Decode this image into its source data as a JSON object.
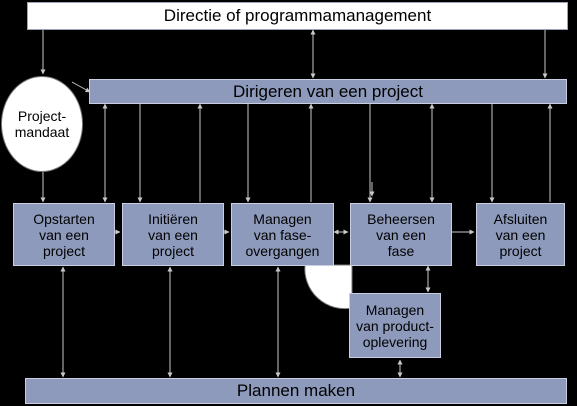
{
  "diagram": {
    "top": "Directie of programmamanagement",
    "mandate": "Project-\nmandaat",
    "directing": "Dirigeren van een project",
    "planning": "Plannen maken",
    "processes": [
      "Opstarten\nvan een\nproject",
      "Initiëren\nvan een\nproject",
      "Managen\nvan fase-\novergangen",
      "Beheersen\nvan een\nfase",
      "Afsluiten\nvan een\nproject"
    ],
    "delivery": "Managen\nvan product-\noplevering"
  },
  "colors": {
    "background": "#000000",
    "box_fill": "#8d9abb",
    "top_fill": "#ffffff",
    "connector": "#c8c8c8"
  }
}
